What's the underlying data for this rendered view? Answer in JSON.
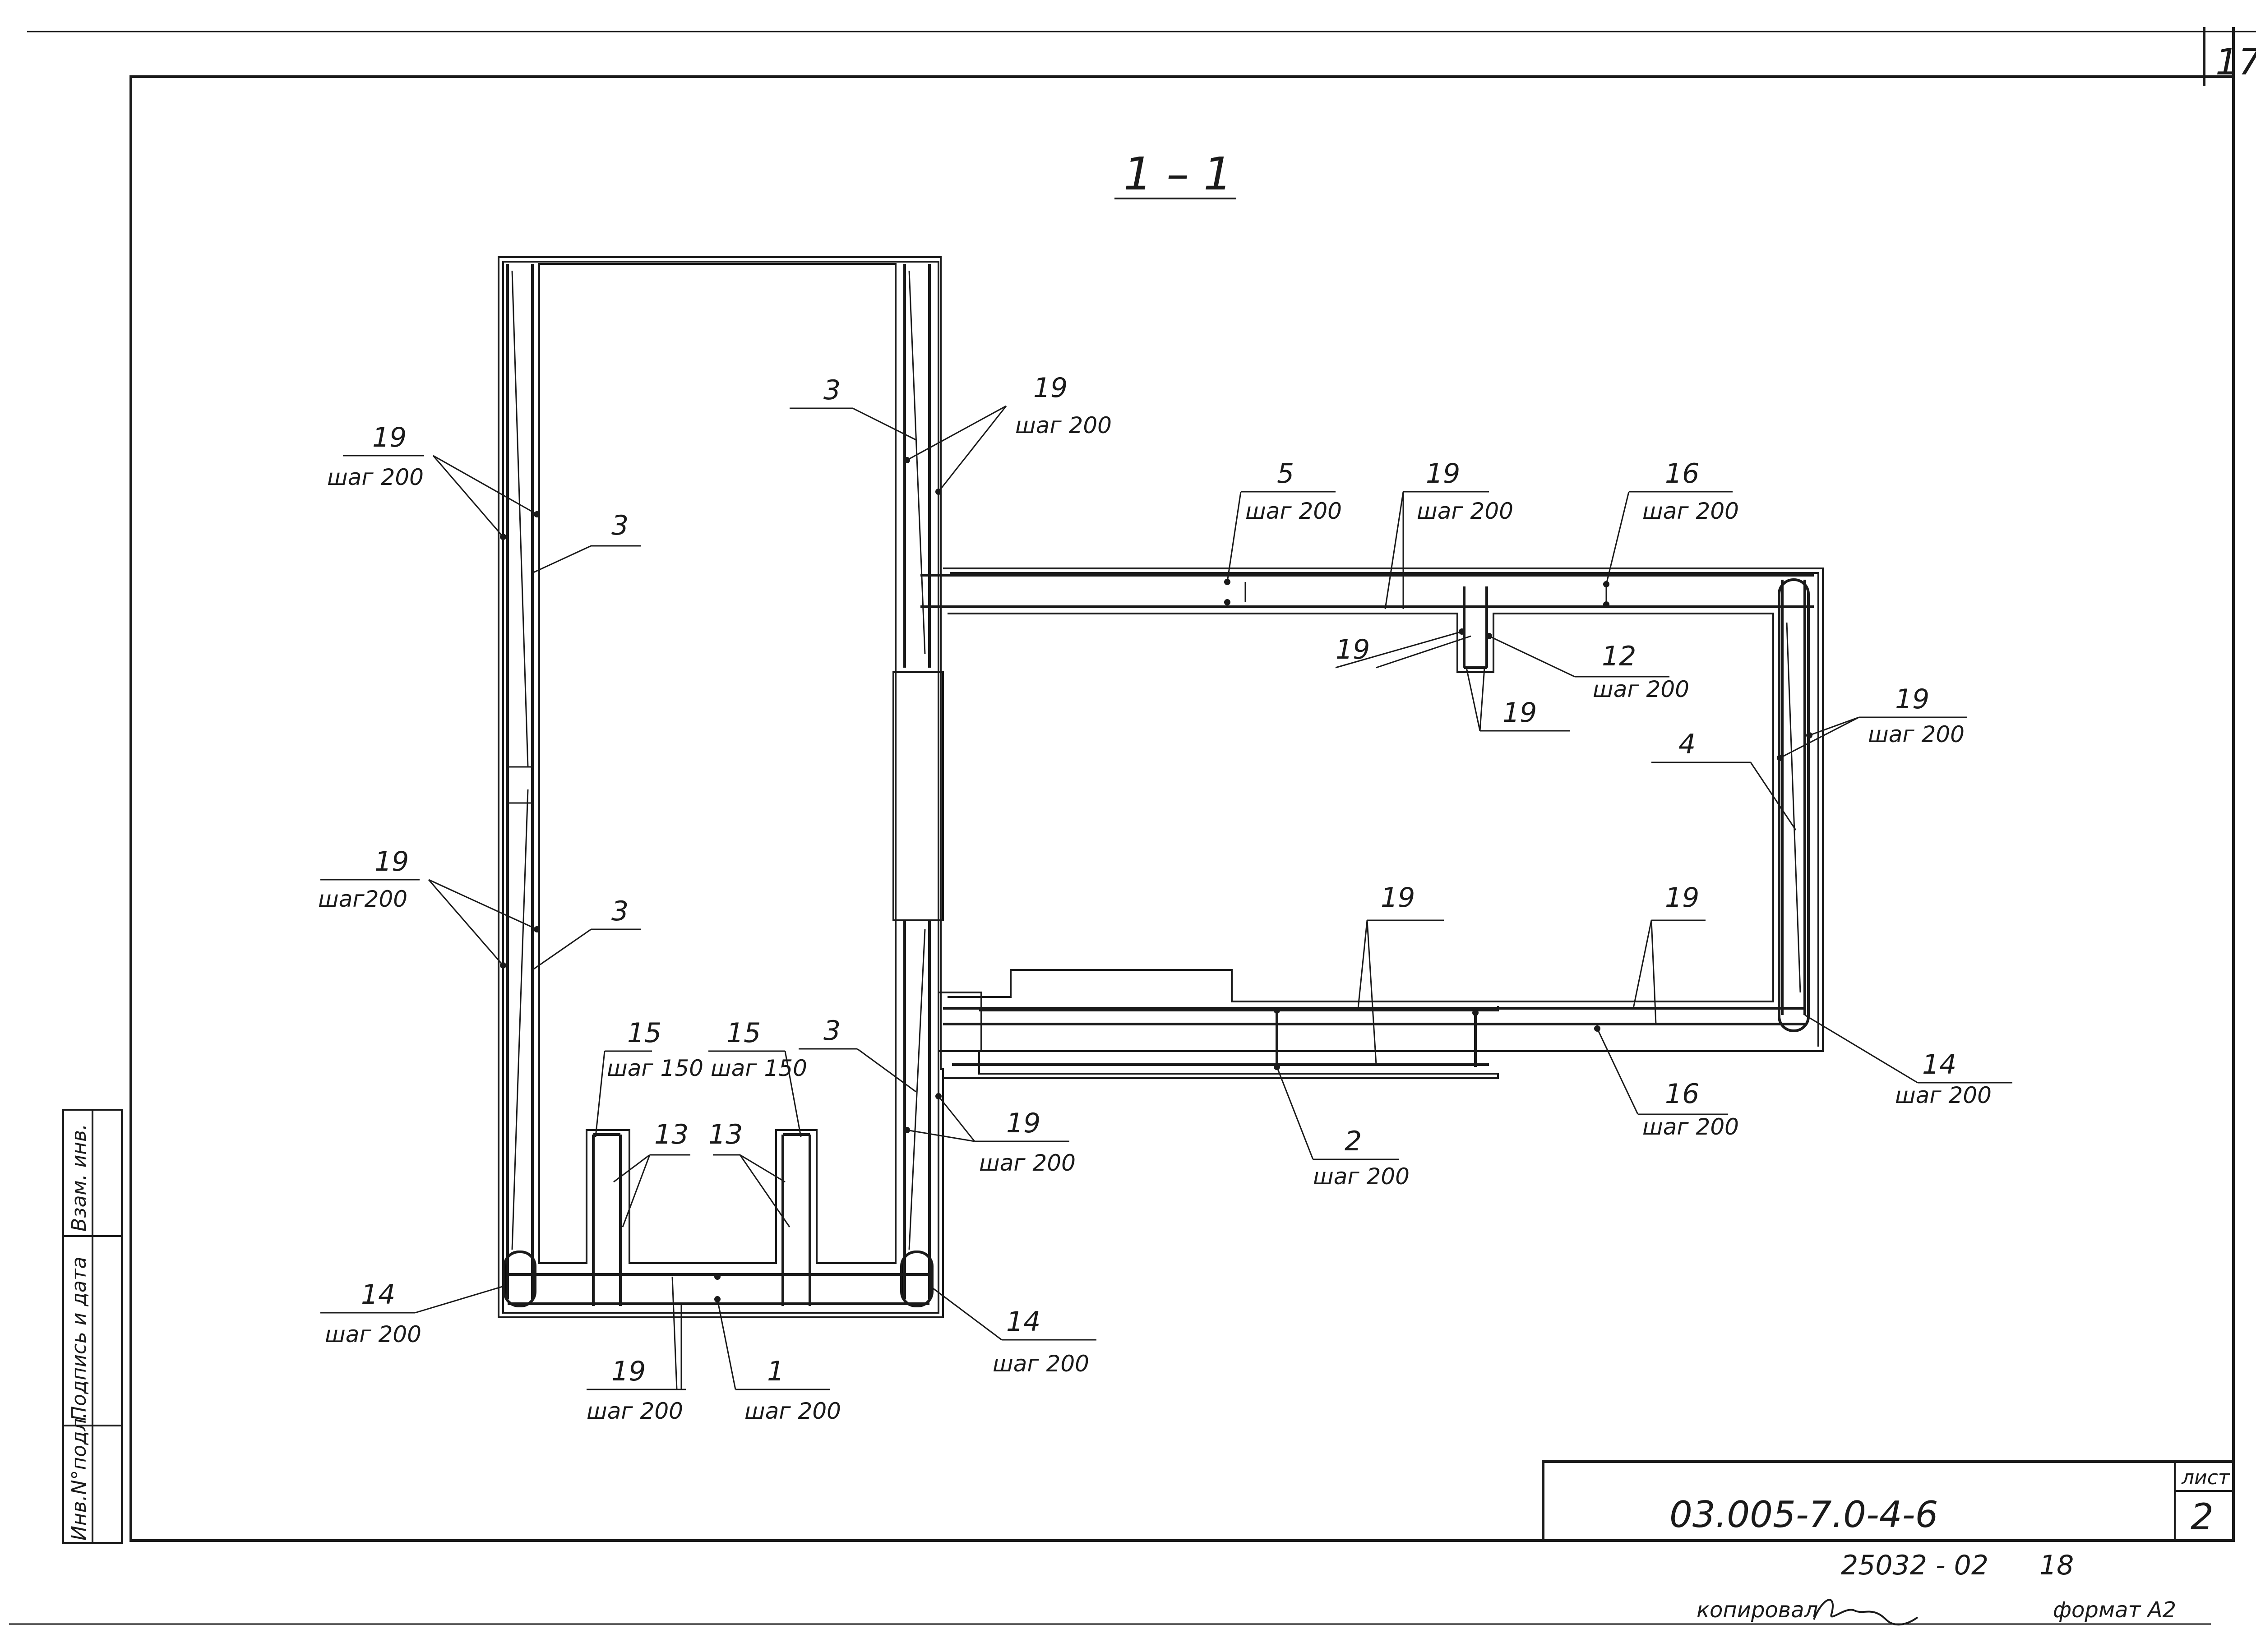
{
  "sheet": {
    "corner_number": "17",
    "section_title": "1 – 1",
    "doc_code": "03.005-7.0-4-6",
    "sheet_label": "лист",
    "sheet_number": "2",
    "order_number": "25032 - 02",
    "order_suffix": "18",
    "copied_label": "копировал",
    "format_label": "формат А2",
    "side_stamp": {
      "inv_podl": "Инв.N°подл.",
      "sign_date": "Подпись и дата",
      "vzam_inv": "Взам. инв."
    }
  },
  "callouts": [
    {
      "id": "c1",
      "mark": "19",
      "step": "шаг 200"
    },
    {
      "id": "c2",
      "mark": "3",
      "step": ""
    },
    {
      "id": "c3",
      "mark": "3",
      "step": ""
    },
    {
      "id": "c4",
      "mark": "19",
      "step": "шаг 200"
    },
    {
      "id": "c5",
      "mark": "5",
      "step": "шаг 200"
    },
    {
      "id": "c6",
      "mark": "19",
      "step": "шаг 200"
    },
    {
      "id": "c7",
      "mark": "16",
      "step": "шаг 200"
    },
    {
      "id": "c8",
      "mark": "19",
      "step": ""
    },
    {
      "id": "c9",
      "mark": "12",
      "step": "шаг 200"
    },
    {
      "id": "c10",
      "mark": "19",
      "step": ""
    },
    {
      "id": "c11",
      "mark": "19",
      "step": "шаг 200"
    },
    {
      "id": "c12",
      "mark": "4",
      "step": ""
    },
    {
      "id": "c13",
      "mark": "19",
      "step": "шаг200"
    },
    {
      "id": "c14",
      "mark": "3",
      "step": ""
    },
    {
      "id": "c15",
      "mark": "19",
      "step": ""
    },
    {
      "id": "c16",
      "mark": "19",
      "step": ""
    },
    {
      "id": "c17",
      "mark": "15",
      "step": "шаг 150"
    },
    {
      "id": "c18",
      "mark": "15",
      "step": "шаг 150"
    },
    {
      "id": "c19",
      "mark": "3",
      "step": ""
    },
    {
      "id": "c20",
      "mark": "13",
      "step": ""
    },
    {
      "id": "c21",
      "mark": "13",
      "step": ""
    },
    {
      "id": "c22",
      "mark": "19",
      "step": "шаг 200"
    },
    {
      "id": "c23",
      "mark": "14",
      "step": "шаг 200"
    },
    {
      "id": "c24",
      "mark": "16",
      "step": "шаг 200"
    },
    {
      "id": "c25",
      "mark": "2",
      "step": "шаг 200"
    },
    {
      "id": "c26",
      "mark": "14",
      "step": "шаг 200"
    },
    {
      "id": "c27",
      "mark": "14",
      "step": "шаг 200"
    },
    {
      "id": "c28",
      "mark": "19",
      "step": "шаг 200"
    },
    {
      "id": "c29",
      "mark": "1",
      "step": "шаг 200"
    }
  ]
}
